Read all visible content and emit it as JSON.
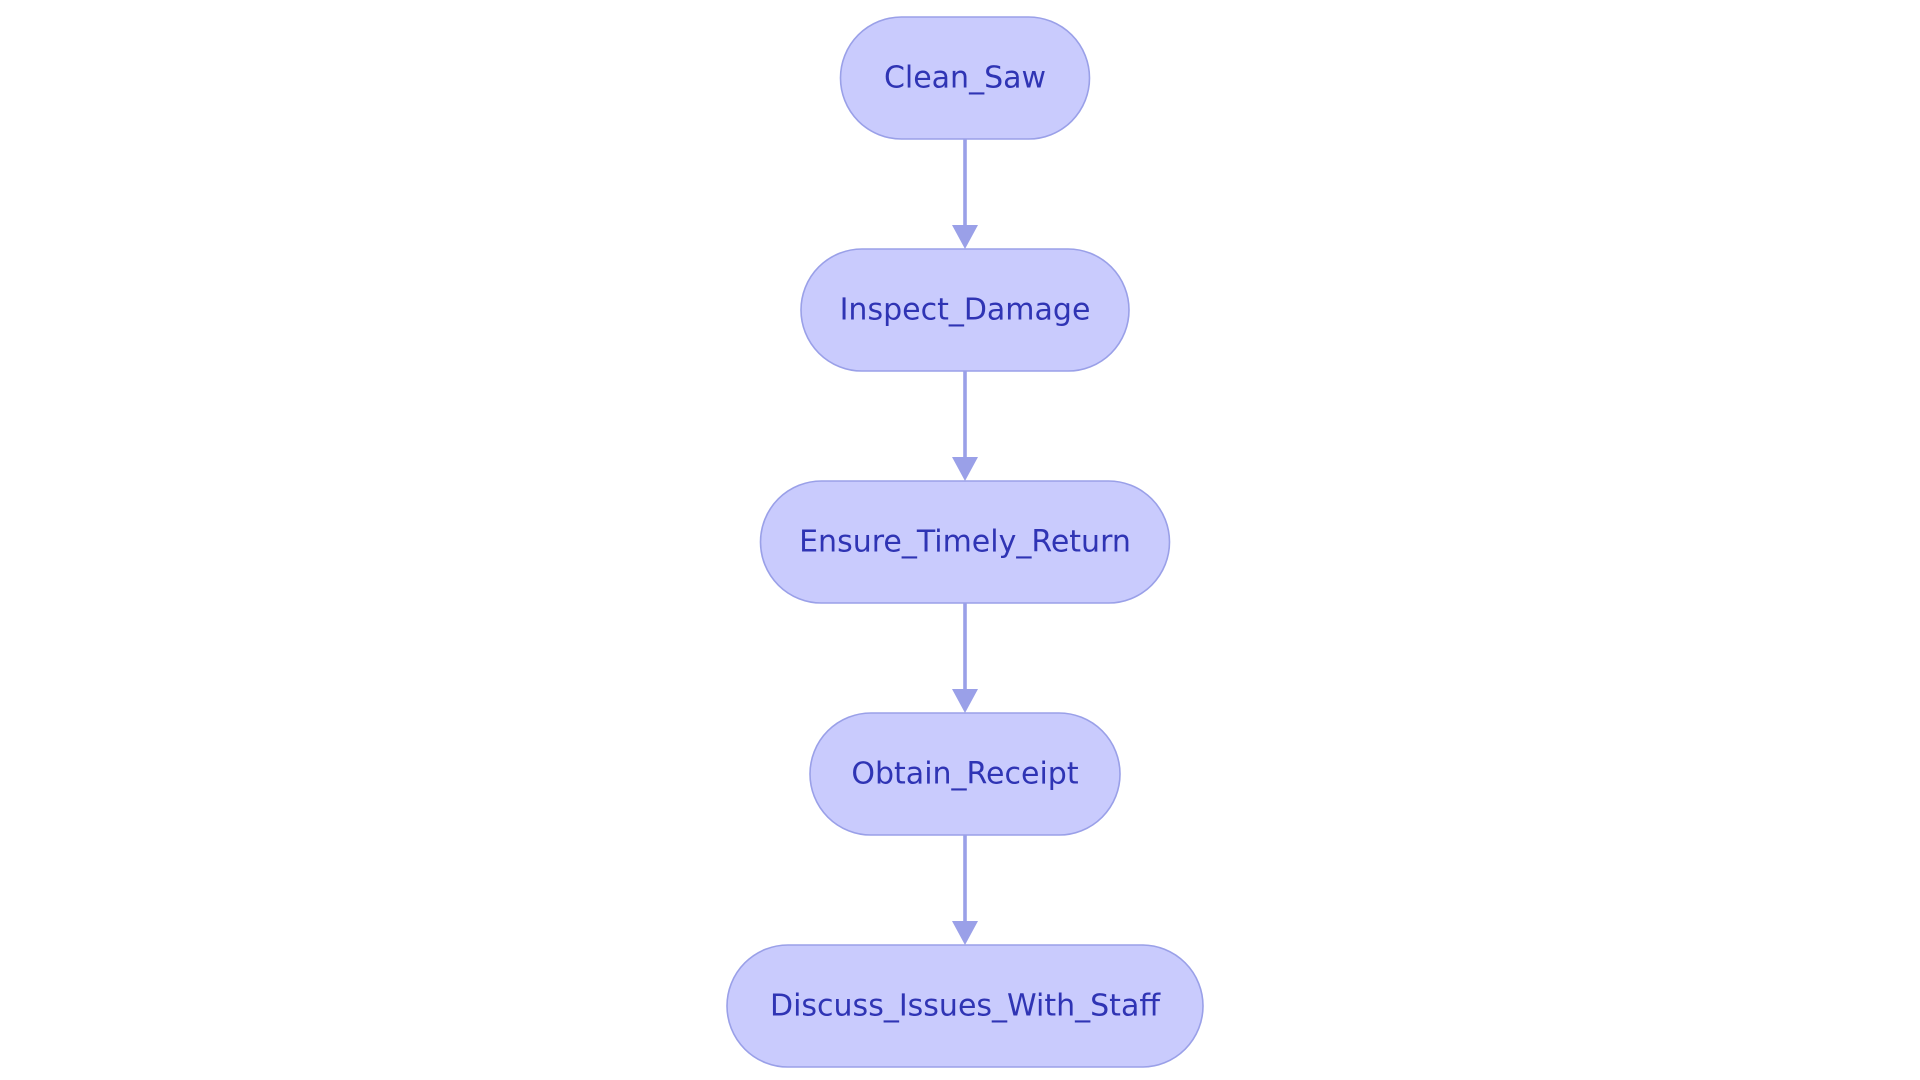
{
  "diagram": {
    "type": "flowchart",
    "direction": "top-to-bottom",
    "colors": {
      "node_fill": "#c9cbfd",
      "node_stroke": "#9aa0e8",
      "node_text": "#2f34b4",
      "edge": "#9aa0e8",
      "background": "#ffffff"
    },
    "nodes": [
      {
        "id": "clean_saw",
        "label": "Clean_Saw"
      },
      {
        "id": "inspect_damage",
        "label": "Inspect_Damage"
      },
      {
        "id": "ensure_timely_return",
        "label": "Ensure_Timely_Return"
      },
      {
        "id": "obtain_receipt",
        "label": "Obtain_Receipt"
      },
      {
        "id": "discuss_issues_with_staff",
        "label": "Discuss_Issues_With_Staff"
      }
    ],
    "edges": [
      {
        "from": "clean_saw",
        "to": "inspect_damage"
      },
      {
        "from": "inspect_damage",
        "to": "ensure_timely_return"
      },
      {
        "from": "ensure_timely_return",
        "to": "obtain_receipt"
      },
      {
        "from": "obtain_receipt",
        "to": "discuss_issues_with_staff"
      }
    ]
  }
}
